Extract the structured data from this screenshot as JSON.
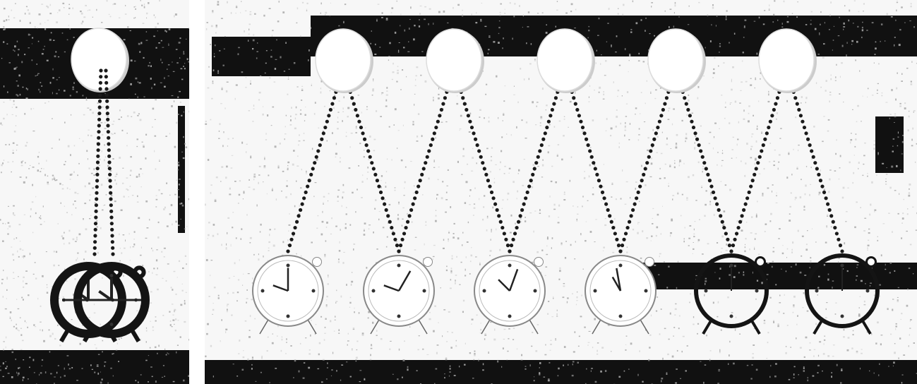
{
  "colors": {
    "dark_band": "#111111",
    "speckle": "#b9b9b9",
    "paper": "#f7f7f7",
    "dots": "#1a1a1a",
    "clock_outline": "#888888",
    "clock_dark": "#141414"
  },
  "icons": {
    "observer": "oval-observer-icon",
    "clock": "alarm-clock-icon"
  },
  "left_panel": {
    "clock_hand_angles_deg": [
      0,
      -55
    ]
  },
  "right_panel": {
    "observer_count": 5,
    "clock_count": 6,
    "clock_hand_angles_deg": [
      [
        0,
        -70
      ],
      [
        30,
        -70
      ],
      [
        20,
        -45
      ],
      [
        -10,
        -30
      ],
      [
        0,
        0
      ],
      [
        0,
        0
      ]
    ]
  }
}
